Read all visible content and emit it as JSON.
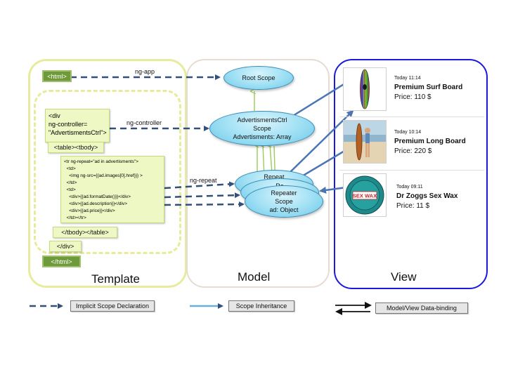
{
  "template": {
    "title": "Template",
    "html_open": "<html>",
    "html_close": "</html>",
    "div_lines": [
      "<div",
      "ng-controller=",
      "\"AdvertismentsCtrl\">"
    ],
    "table_open": "<table><tbody>",
    "repeat_lines": [
      "<tr ng-repeat=\"ad in advertisments\">",
      "  <td>",
      "    <img ng-src={{ad.images[0].href}}} >",
      "  </td>",
      "  <td>",
      "    <div>{{ad.formatDate()}}</div>",
      "    <div>{{ad.description}}</div>",
      "    <div>{{ad.price}}</div>",
      "  </td></tr>"
    ],
    "table_close": "</tbody></table>",
    "div_close": "</div>"
  },
  "model": {
    "title": "Model",
    "root_scope": "Root Scope",
    "ctrl_scope_lines": [
      "AdvertismentsCtrl",
      "Scope",
      "Advertisments: Array"
    ],
    "repeater_back_1": "Repeat",
    "repeater_back_2": "Re",
    "repeater_lines": [
      "Repeater",
      "Scope",
      "ad: Object"
    ]
  },
  "connections": {
    "ng_app": "ng-app",
    "ng_controller": "ng-controller",
    "ng_repeat": "ng-repeat"
  },
  "view": {
    "title": "View",
    "items": [
      {
        "time": "Today 11:14",
        "title": "Premium Surf Board",
        "price": "Price: 110 $",
        "image": "surfboard-image"
      },
      {
        "time": "Today 10:14",
        "title": "Premium Long Board",
        "price": "Price: 220 $",
        "image": "beach-longboard-photo"
      },
      {
        "time": "Today 09:11",
        "title": "Dr Zoggs Sex Wax",
        "price": "Price: 11 $",
        "image": "sex-wax-puck-image"
      }
    ],
    "wax_label": "SEX WAX"
  },
  "legend": {
    "dashed": "Implicit Scope Declaration",
    "inheritance": "Scope Inheritance",
    "binding": "Model/View Data-binding"
  },
  "colors": {
    "template_border": "#e6ec9c",
    "model_border": "#e6dcd3",
    "view_border": "#1a1adc",
    "dashed_arrow": "#33507a",
    "binding_arrow": "#4a74b4",
    "inheritance_arrow": "#9bcc5a",
    "scope_fill": "#9edff4"
  }
}
